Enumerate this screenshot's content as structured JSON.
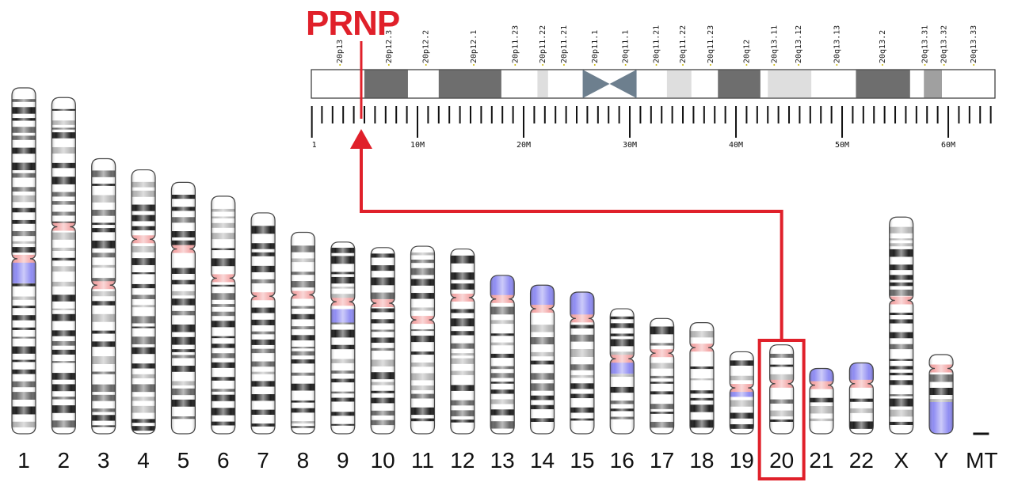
{
  "gene": {
    "symbol": "PRNP",
    "chromosome": "20",
    "position_mb": 4.7,
    "highlight_color": "#e0202a"
  },
  "ideogram": {
    "chromosome": "20",
    "length_mb": 64.4,
    "centromere_mb": 28.1,
    "band_labels": [
      "20p13",
      "20p12.3",
      "20p12.2",
      "20p12.1",
      "20p11.23",
      "20p11.22",
      "20p11.21",
      "20p11.1",
      "20q11.1",
      "20q11.21",
      "20q11.22",
      "20q11.23",
      "20q12",
      "20q13.11",
      "20q13.12",
      "20q13.13",
      "20q13.2",
      "20q13.31",
      "20q13.32",
      "20q13.33"
    ],
    "label_positions_mb": [
      2.7,
      7.3,
      10.8,
      15.3,
      19.2,
      21.8,
      23.8,
      26.7,
      29.6,
      32.5,
      35.0,
      37.6,
      41.0,
      43.6,
      45.9,
      49.5,
      53.8,
      57.8,
      59.6,
      62.4
    ],
    "shaded_bands": [
      {
        "start": 5.0,
        "end": 9.1,
        "shade": "dark"
      },
      {
        "start": 12.0,
        "end": 17.9,
        "shade": "dark"
      },
      {
        "start": 21.3,
        "end": 22.3,
        "shade": "light"
      },
      {
        "start": 33.5,
        "end": 35.8,
        "shade": "light"
      },
      {
        "start": 38.3,
        "end": 42.3,
        "shade": "dark"
      },
      {
        "start": 43.0,
        "end": 47.1,
        "shade": "light"
      },
      {
        "start": 51.3,
        "end": 56.4,
        "shade": "dark"
      },
      {
        "start": 57.7,
        "end": 59.4,
        "shade": "medium"
      }
    ],
    "scale_labels": [
      "1",
      "10M",
      "20M",
      "30M",
      "40M",
      "50M",
      "60M"
    ],
    "scale_values_mb": [
      0,
      10,
      20,
      30,
      40,
      50,
      60
    ],
    "colors": {
      "dark": "#6e6e6e",
      "medium": "#a0a0a0",
      "light": "#dedede",
      "centromere": "#6d7f8e",
      "outline": "#333333"
    }
  },
  "karyotype": {
    "labels": [
      "1",
      "2",
      "3",
      "4",
      "5",
      "6",
      "7",
      "8",
      "9",
      "10",
      "11",
      "12",
      "13",
      "14",
      "15",
      "16",
      "17",
      "18",
      "19",
      "20",
      "21",
      "22",
      "X",
      "Y",
      "MT"
    ],
    "lengths_mb": [
      249,
      242,
      198,
      190,
      181,
      171,
      159,
      145,
      138,
      134,
      135,
      133,
      114,
      107,
      102,
      90,
      83,
      80,
      59,
      64,
      47,
      51,
      156,
      57,
      0
    ],
    "centromere_mb": [
      123,
      93,
      91,
      50,
      48,
      59,
      60,
      45,
      43,
      40,
      53,
      35,
      17,
      17,
      19,
      36,
      25,
      18,
      26,
      28,
      12,
      15,
      60,
      10,
      0
    ],
    "heterochromatin": [
      {
        "chromosome": "1",
        "start_frac": 0.5,
        "end_frac": 0.565
      },
      {
        "chromosome": "9",
        "start_frac": 0.35,
        "end_frac": 0.42
      },
      {
        "chromosome": "13",
        "start_frac": 0.0,
        "end_frac": 0.14
      },
      {
        "chromosome": "14",
        "start_frac": 0.0,
        "end_frac": 0.15
      },
      {
        "chromosome": "15",
        "start_frac": 0.0,
        "end_frac": 0.17
      },
      {
        "chromosome": "16",
        "start_frac": 0.42,
        "end_frac": 0.52
      },
      {
        "chromosome": "19",
        "start_frac": 0.45,
        "end_frac": 0.55
      },
      {
        "chromosome": "21",
        "start_frac": 0.0,
        "end_frac": 0.24
      },
      {
        "chromosome": "22",
        "start_frac": 0.0,
        "end_frac": 0.25
      },
      {
        "chromosome": "Y",
        "start_frac": 0.6,
        "end_frac": 1.0
      }
    ],
    "colors": {
      "band": "#1e1e1e",
      "centromere": "#f3a6a6",
      "heterochromatin": "#8f8cf2",
      "outline": "#444444"
    }
  }
}
